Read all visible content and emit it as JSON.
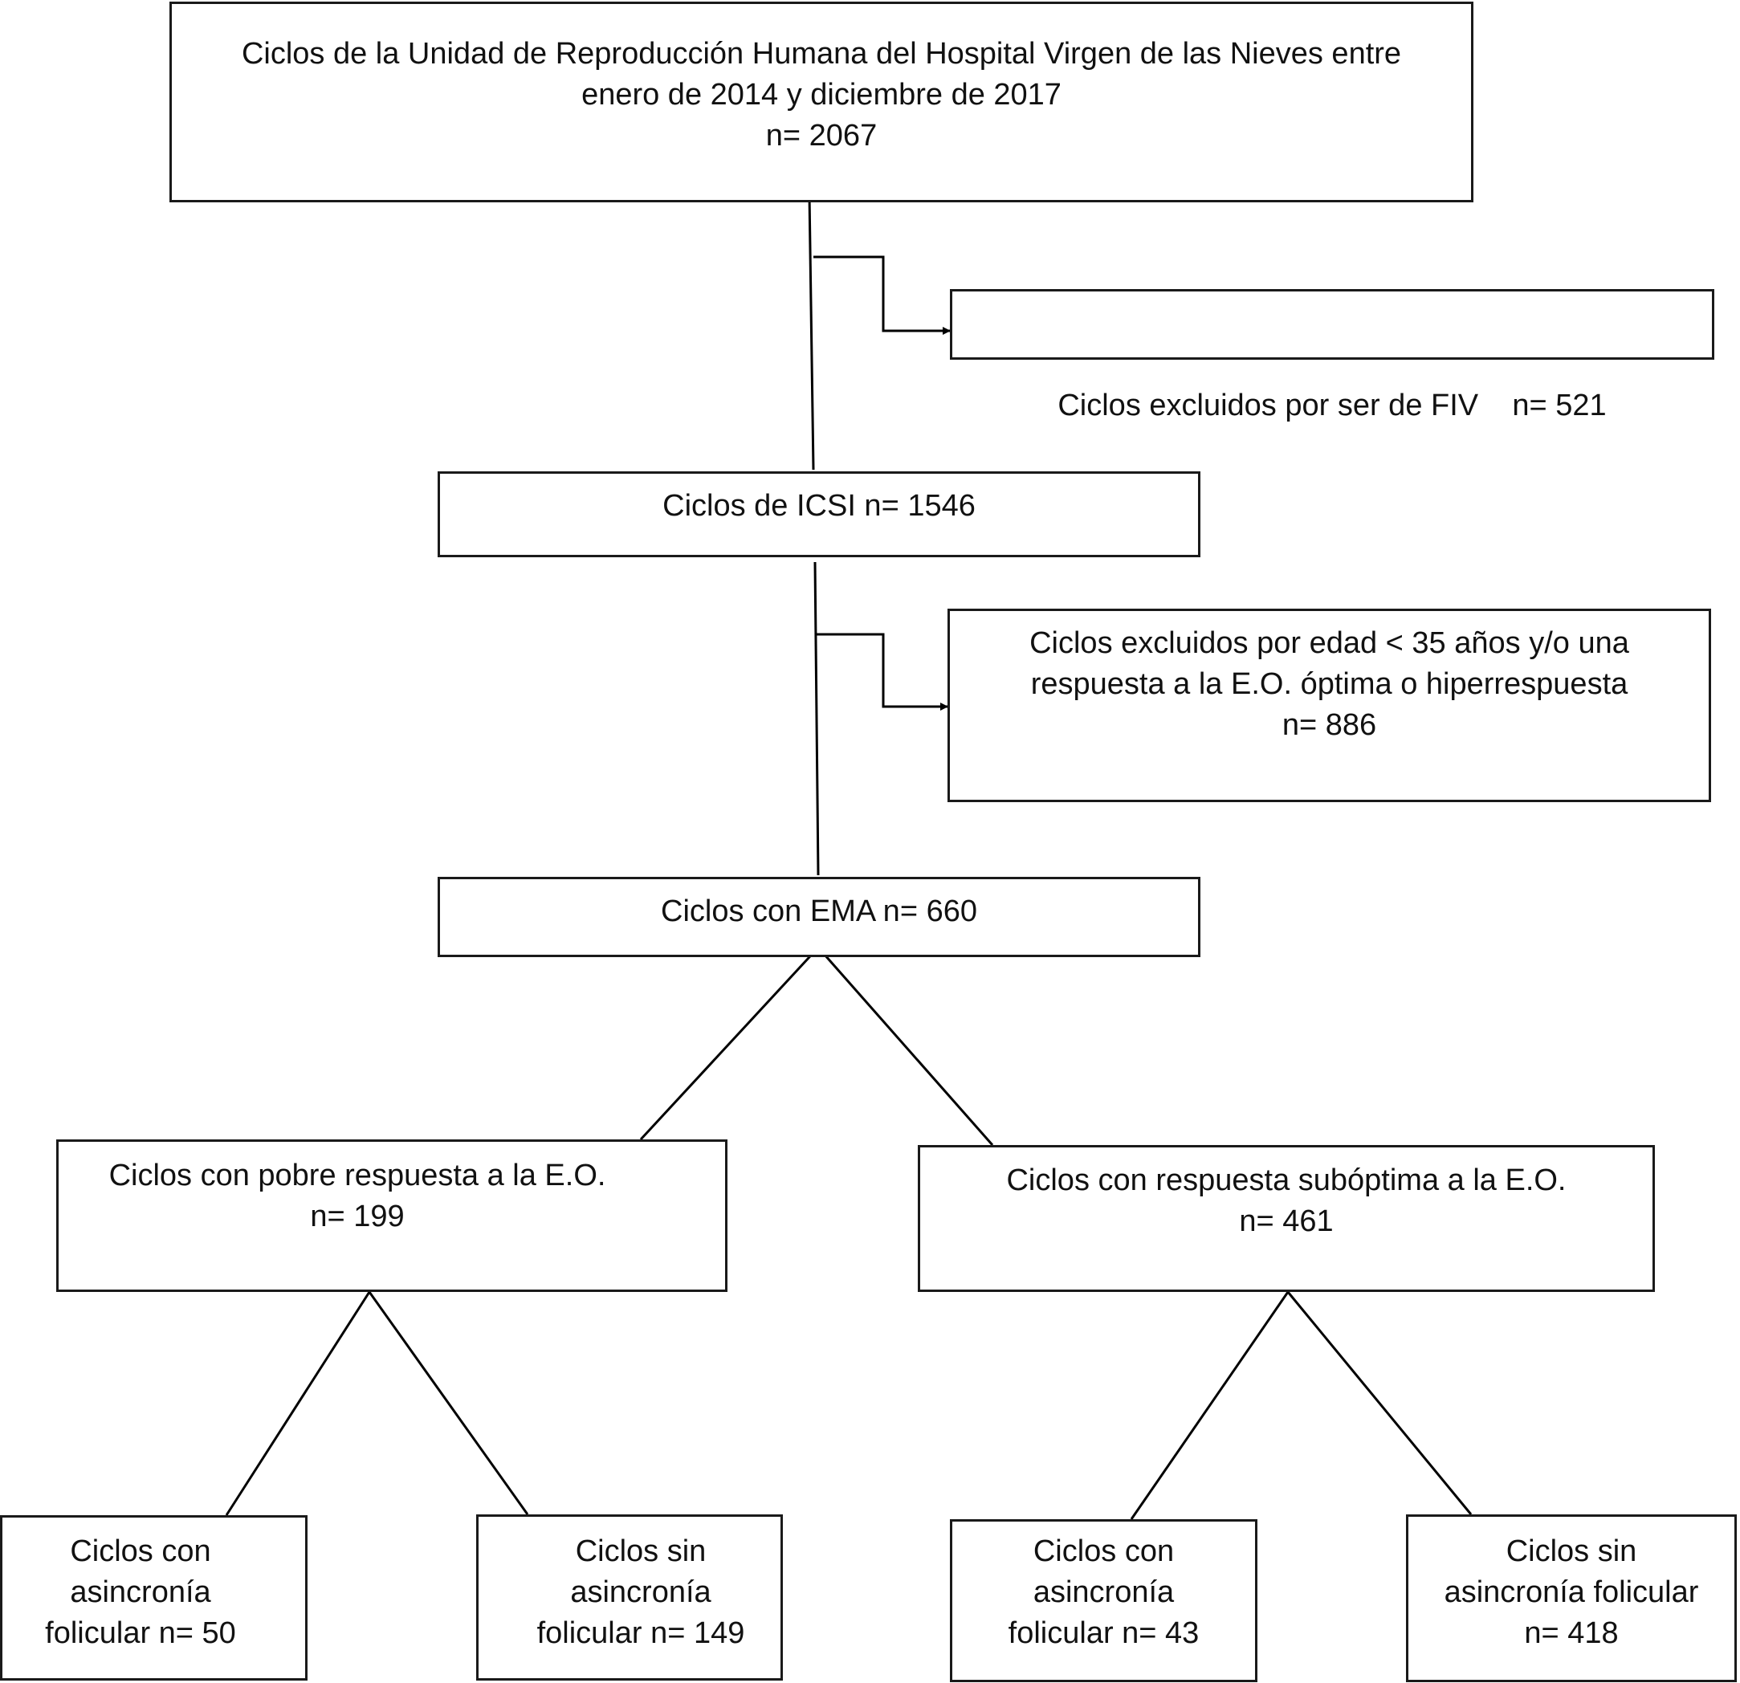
{
  "diagram": {
    "total": [
      "Ciclos de la Unidad de Reproducción Humana del Hospital Virgen de las Nieves entre",
      "enero de 2014 y diciembre de 2017",
      "n= 2067"
    ],
    "excluded_fiv": "Ciclos excluidos por ser de FIV    n= 521",
    "icsi": "Ciclos de ICSI n= 1546",
    "excluded_age": [
      "Ciclos excluidos por edad < 35 años y/o una",
      "respuesta a la E.O. óptima o hiperrespuesta",
      "n= 886"
    ],
    "ema": "Ciclos con EMA n= 660",
    "poor_response": [
      "Ciclos con pobre respuesta a la E.O.",
      "n= 199"
    ],
    "suboptimal_response": [
      "Ciclos con respuesta subóptima a la E.O.",
      "n= 461"
    ],
    "poor_with_asynchrony": [
      "Ciclos con",
      "asincronía",
      "folicular n= 50"
    ],
    "poor_without_asynchrony": [
      "Ciclos sin",
      "asincronía",
      "folicular n= 149"
    ],
    "sub_with_asynchrony": [
      "Ciclos con",
      "asincronía",
      "folicular n= 43"
    ],
    "sub_without_asynchrony": [
      "Ciclos sin",
      "asincronía folicular",
      "n= 418"
    ]
  },
  "colors": {
    "line": "#000000",
    "border": "#1a1a1a",
    "text": "#111111",
    "background": "#ffffff"
  }
}
